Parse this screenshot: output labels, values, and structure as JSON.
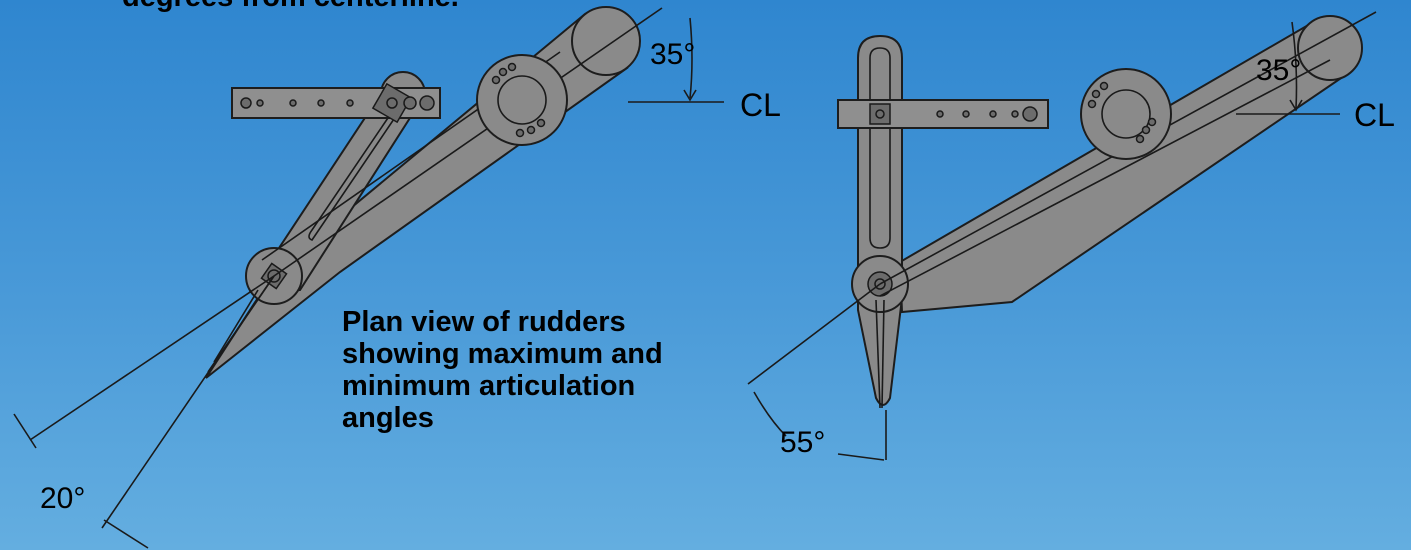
{
  "header_fragment": "degrees from centerline.",
  "caption": {
    "line1": "Plan view of rudders",
    "line2": "showing maximum and",
    "line3": "minimum articulation",
    "line4": "angles"
  },
  "left_rudder": {
    "angle_top": "35°",
    "centerline": "CL",
    "angle_bottom": "20°"
  },
  "right_rudder": {
    "angle_top": "35°",
    "centerline": "CL",
    "angle_bottom": "55°"
  },
  "colors": {
    "background_top": "#2f86cf",
    "background_bottom": "#64aee0",
    "part_fill": "#8a8a8a",
    "outline": "#1d1d1d"
  }
}
